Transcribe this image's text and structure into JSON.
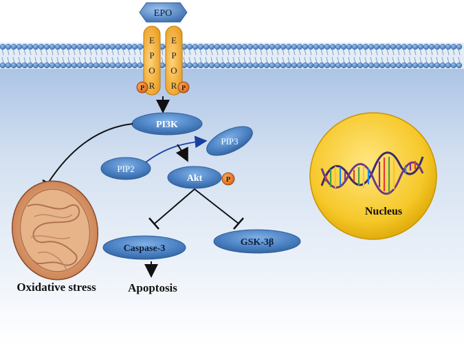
{
  "ligand": {
    "label": "EPO"
  },
  "receptor": {
    "left_letters": [
      "E",
      "P",
      "O",
      "R"
    ],
    "right_letters": [
      "E",
      "P",
      "O",
      "R"
    ],
    "phospho_label": "P"
  },
  "nodes": {
    "pi3k": "PI3K",
    "pip2": "PIP2",
    "pip3": "PIP3",
    "akt": "Akt",
    "akt_phospho": "P",
    "caspase3": "Caspase-3",
    "gsk3b": "GSK-3β"
  },
  "labels": {
    "nucleus": "Nucleus",
    "apoptosis": "Apoptosis",
    "oxidative_stress": "Oxidative stress"
  },
  "colors": {
    "node_blue": "#4f86c6",
    "node_dark": "#2e5f99",
    "receptor_orange": "#f2b544",
    "nucleus_yellow": "#f6c82a",
    "cell_bg": "#c9d9ee"
  }
}
